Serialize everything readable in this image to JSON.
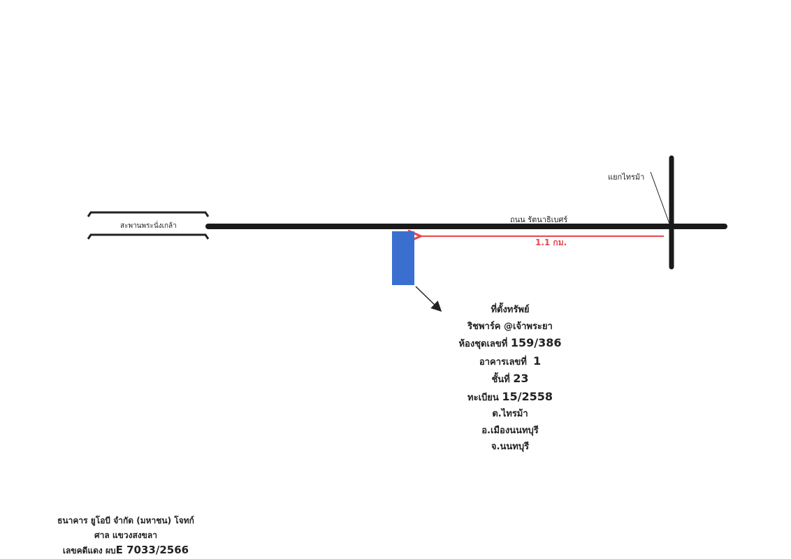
{
  "map": {
    "road_name": "ถนน รัตนาธิเบศร์",
    "bridge_name": "สะพานพระนั่งเกล้า",
    "intersection_name": "แยกไทรม้า",
    "distance_label": "1.1 กม.",
    "colors": {
      "road": "#1a1a1a",
      "distance_arrow": "#e8474c",
      "property_marker": "#3a6fcf"
    }
  },
  "property": {
    "heading": "ที่ตั้งทรัพย์",
    "project": "ริชพาร์ค @เจ้าพระยา",
    "unit_label": "ห้องชุดเลขที่",
    "unit_no": "159/386",
    "building_label": "อาคารเลขที่",
    "building_no": "1",
    "floor_label": "ชั้นที่",
    "floor_no": "23",
    "registration_label": "ทะเบียน",
    "registration_no": "15/2558",
    "subdistrict": "ต.ไทรม้า",
    "district": "อ.เมืองนนทบุรี",
    "province": "จ.นนทบุรี"
  },
  "case": {
    "plaintiff": "ธนาคาร ยูโอบี จำกัด (มหาชน)  โจทก์",
    "court": "ศาล แขวงสงขลา",
    "case_label": "เลขคดีแดง ผบ",
    "case_no": "E 7033/2566"
  }
}
